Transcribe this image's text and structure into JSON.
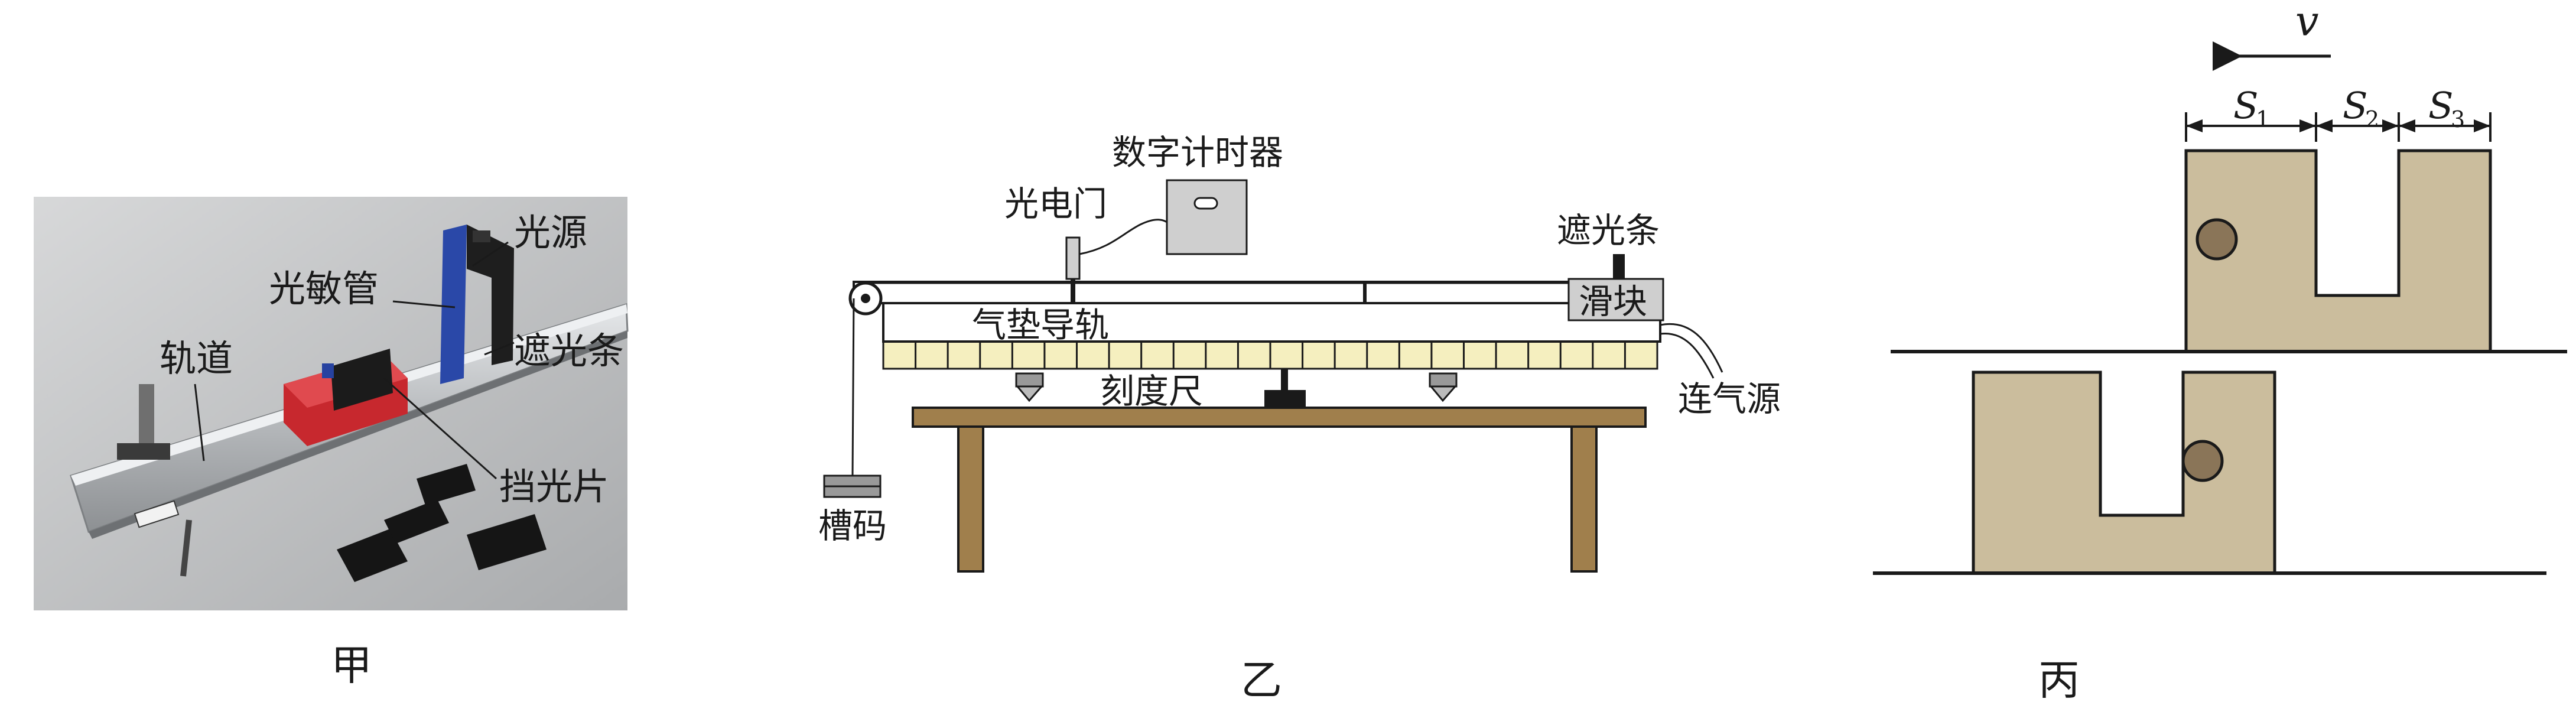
{
  "panels": [
    {
      "caption": "甲",
      "labels": {
        "light_source": "光源",
        "photosensitive_tube": "光敏管",
        "shading_bar": "遮光条",
        "track": "轨道",
        "shading_piece": "挡光片"
      }
    },
    {
      "caption": "乙",
      "labels": {
        "digital_timer": "数字计时器",
        "photogate": "光电门",
        "shading_bar": "遮光条",
        "slider": "滑块",
        "air_track": "气垫导轨",
        "scale": "刻度尺",
        "air_source": "连气源",
        "hook_weight": "槽码"
      }
    },
    {
      "caption": "丙",
      "labels": {
        "velocity": "v",
        "s1": "S",
        "s1_sub": "1",
        "s2": "S",
        "s2_sub": "2",
        "s3": "S",
        "s3_sub": "3"
      }
    }
  ],
  "colors": {
    "block_fill": "#cbbd9d",
    "ball_fill": "#8a7558",
    "table_wood": "#a07f4c",
    "scale_yellow": "#f5efbf",
    "photo_bg": "#c7c8c9",
    "rail_metal": "#b5b8bb",
    "cart_red": "#c7282e"
  }
}
